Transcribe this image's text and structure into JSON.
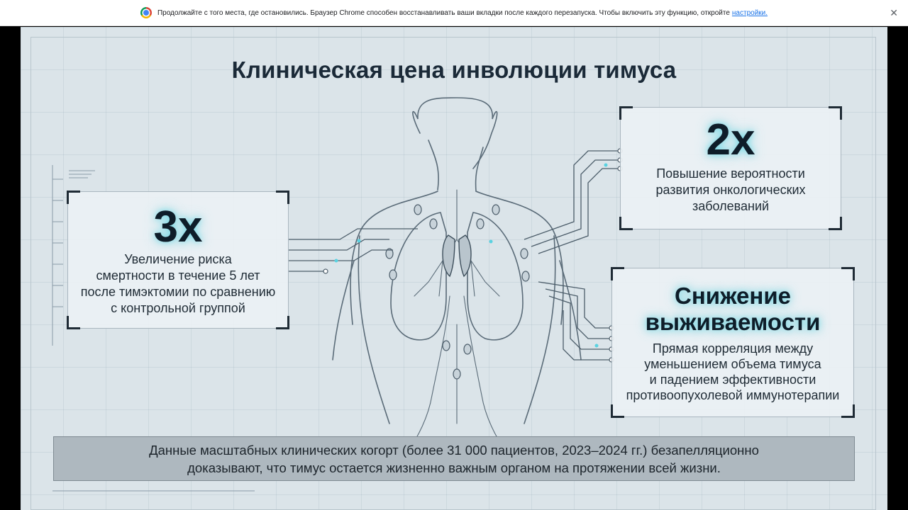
{
  "browser": {
    "infobar_text": "Продолжайте с того места, где остановились. Браузер Chrome способен восстанавливать ваши вкладки после каждого перезапуска. Чтобы включить эту функцию, откройте",
    "infobar_link": "настройки.",
    "logo_icon": "chrome-logo-icon",
    "close_icon": "close-icon"
  },
  "slide": {
    "title": "Клиническая цена инволюции тимуса",
    "cards": [
      {
        "value": "3x",
        "text": "Увеличение риска\nсмертности в течение 5 лет\nпосле тимэктомии по сравнению\nс контрольной группой"
      },
      {
        "value": "2x",
        "text": "Повышение вероятности\nразвития онкологических\nзаболеваний"
      },
      {
        "value": "Снижение\nвыживаемости",
        "text": "Прямая корреляция между\nуменьшением объема тимуса\nи падением эффективности\nпротивоопухолевой иммунотерапии"
      }
    ],
    "footer": "Данные масштабных клинических когорт (более 31 000 пациентов, 2023–2024 гг.) безапелляционно\nдоказывают, что тимус остается жизненно важным органом на протяжении всей жизни.",
    "colors": {
      "background": "#dbe4e9",
      "accent_glow": "#5ad2e1",
      "text_dark": "#1b2a38"
    }
  }
}
